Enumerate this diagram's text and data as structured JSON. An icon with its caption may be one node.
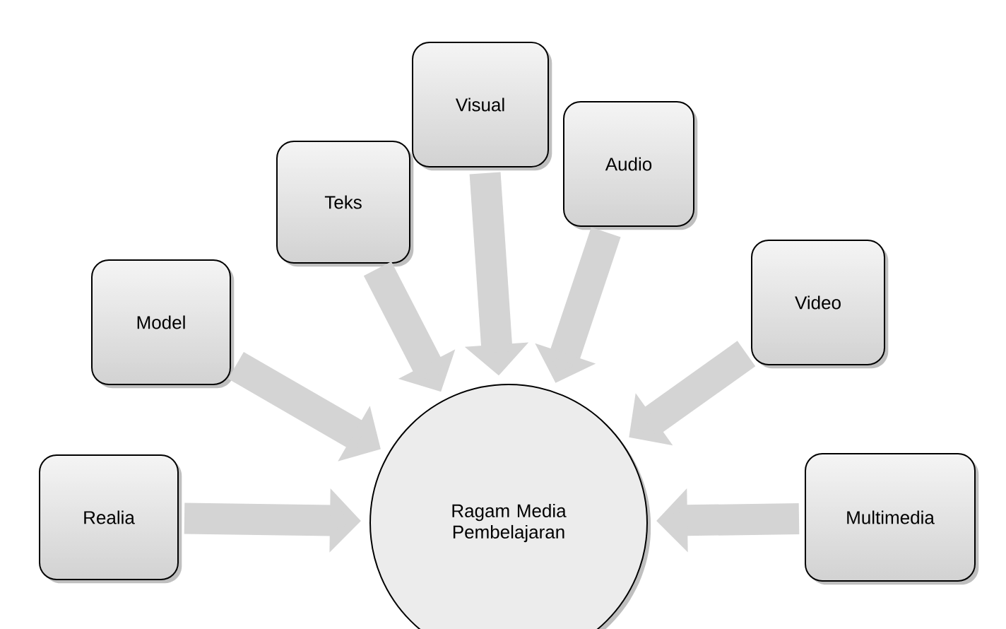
{
  "diagram": {
    "nodes": [
      {
        "text": [
          "Ragam Media Pembelajaran"
        ]
      },
      {
        "text": [
          "Realia"
        ]
      },
      {
        "text": [
          "Model"
        ]
      },
      {
        "text": [
          "Teks"
        ]
      },
      {
        "text": [
          "Visual"
        ]
      },
      {
        "text": [
          "Audio"
        ]
      },
      {
        "text": [
          "Video"
        ]
      },
      {
        "text": [
          "Multimedia"
        ]
      }
    ],
    "edges": [
      {
        "from": 1,
        "to": 0,
        "arrow": "to"
      },
      {
        "from": 2,
        "to": 0,
        "arrow": "to"
      },
      {
        "from": 3,
        "to": 0,
        "arrow": "to"
      },
      {
        "from": 4,
        "to": 0,
        "arrow": "to"
      },
      {
        "from": 5,
        "to": 0,
        "arrow": "to"
      },
      {
        "from": 6,
        "to": 0,
        "arrow": "to"
      },
      {
        "from": 7,
        "to": 0,
        "arrow": "to"
      }
    ]
  }
}
